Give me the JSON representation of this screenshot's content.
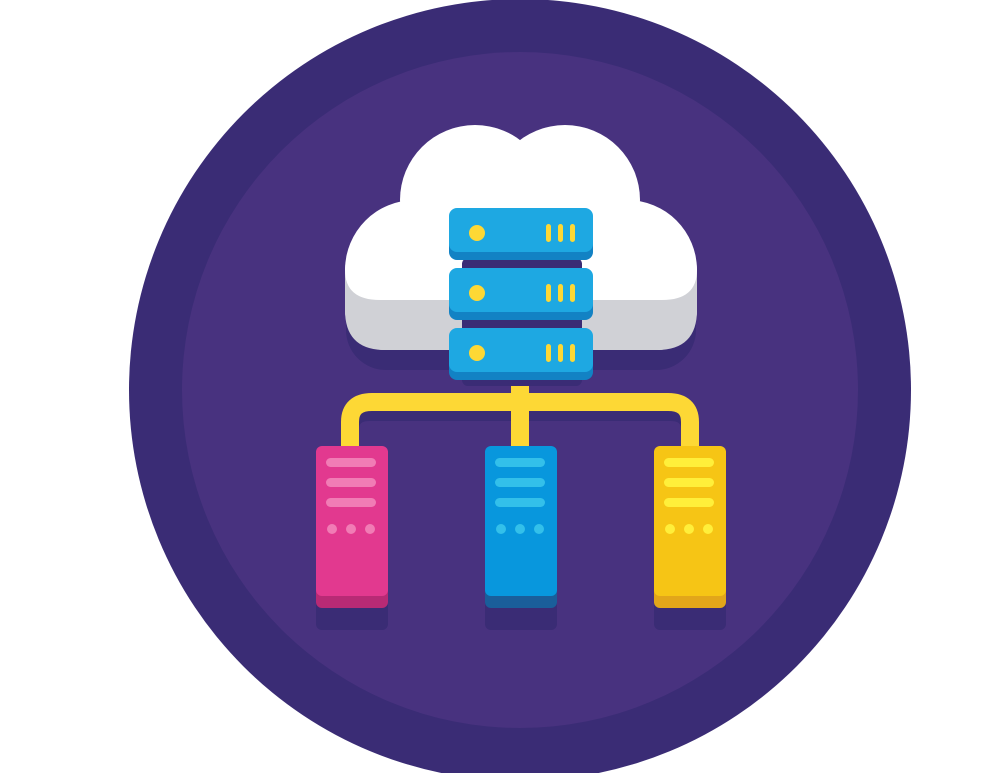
{
  "icon": {
    "name": "cloud-server-network-icon",
    "colors": {
      "outer_ring": "#3a2c75",
      "inner_disc": "#48327f",
      "cloud": "#ffffff",
      "cloud_shade": "#d0d1d6",
      "shadow": "#3a2c75",
      "server_blue": "#1ea8e2",
      "server_blue_dark": "#1282c4",
      "server_led": "#fdd835",
      "connector": "#fdd835",
      "node_pink": "#e2398f",
      "node_pink_dark": "#b82a75",
      "node_pink_stripe": "#f17cb5",
      "node_blue": "#0897dd",
      "node_blue_dark": "#1a5e9a",
      "node_blue_stripe": "#33c0ea",
      "node_yellow": "#f6c515",
      "node_yellow_dark": "#e2a61a",
      "node_yellow_stripe": "#ffef3a"
    },
    "parts": [
      "cloud",
      "server-rack",
      "connector-lines",
      "node-pink",
      "node-blue",
      "node-yellow"
    ]
  }
}
